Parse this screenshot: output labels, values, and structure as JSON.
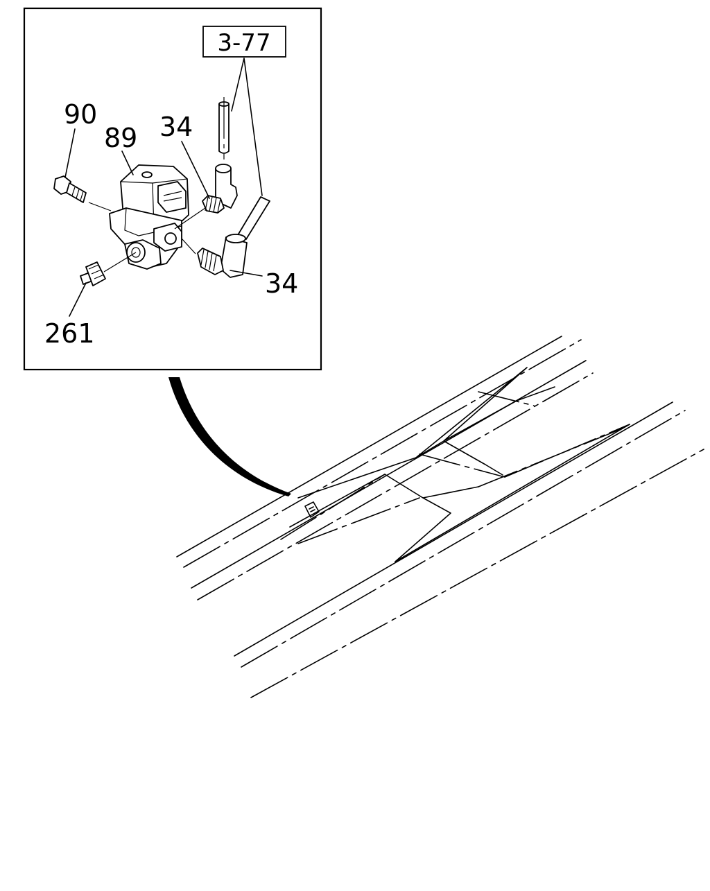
{
  "diagram": {
    "reference_box_label": "3-77",
    "callouts": {
      "bolt": "90",
      "valve": "89",
      "upper_fitting": "34",
      "lower_fitting": "34",
      "plug": "261"
    }
  }
}
